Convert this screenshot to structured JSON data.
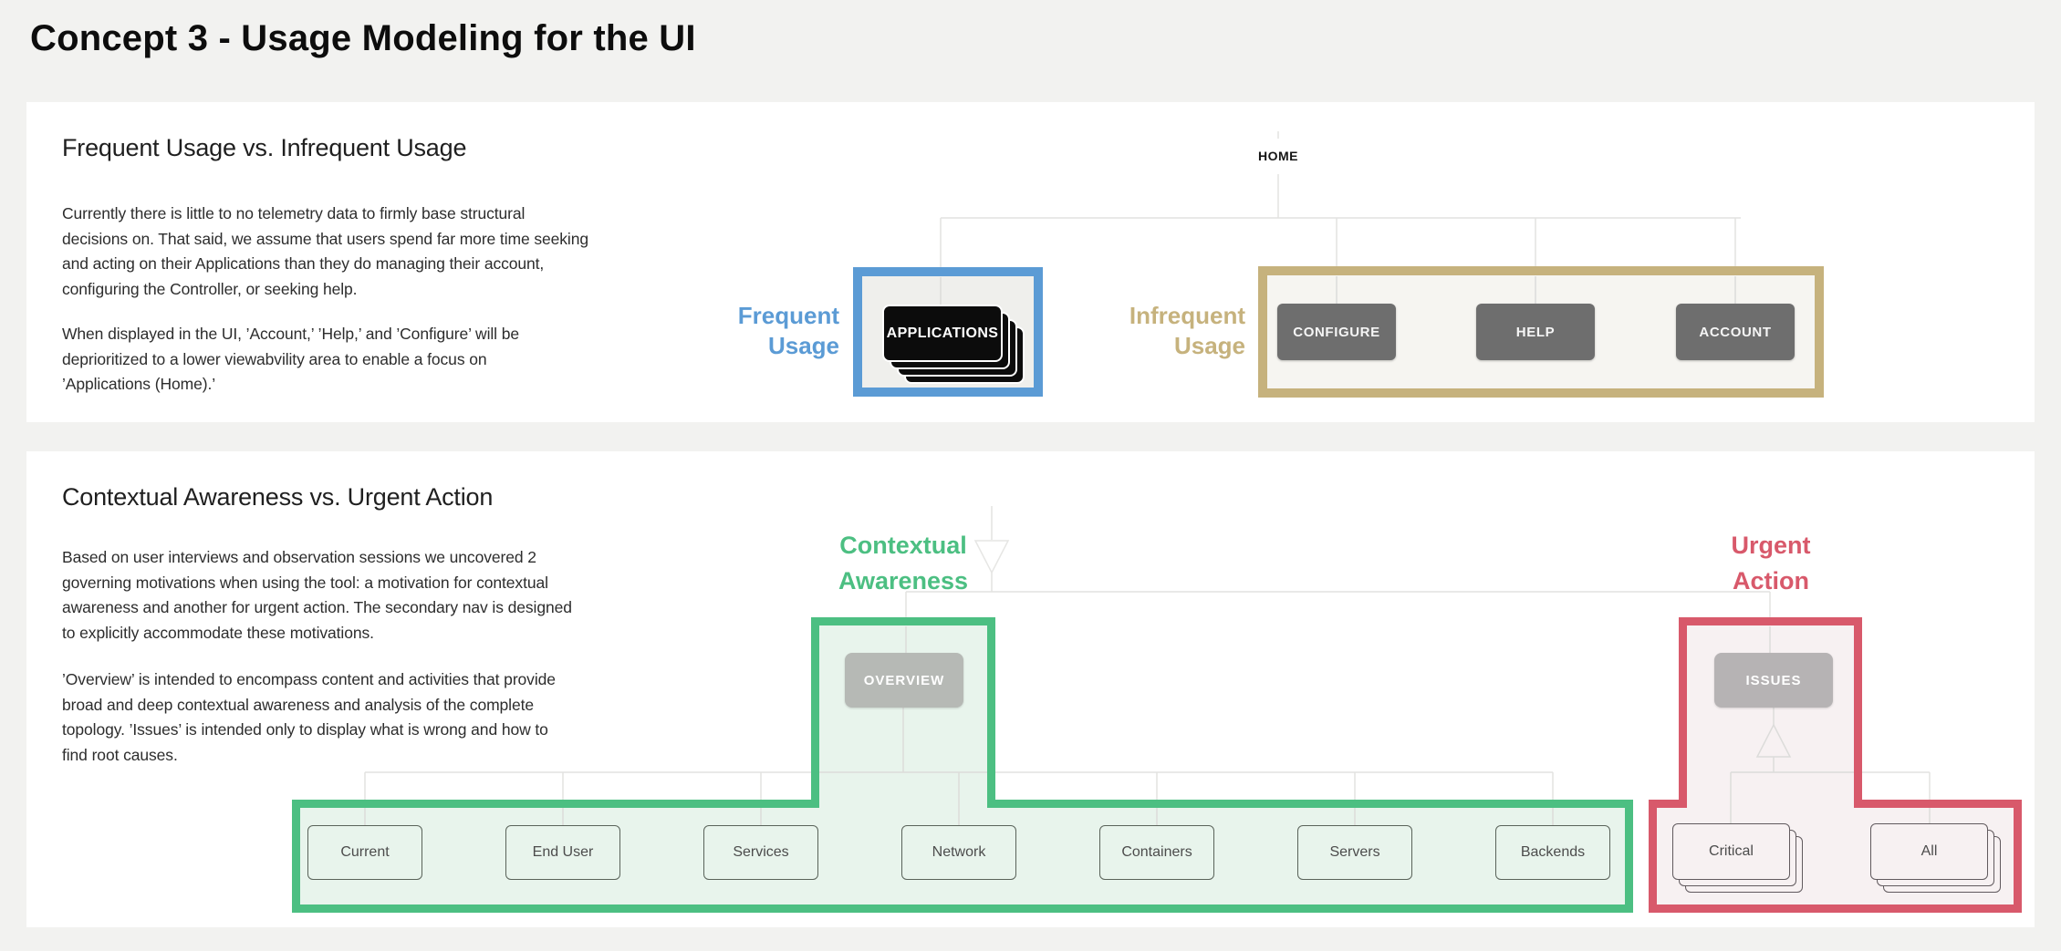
{
  "page": {
    "title": "Concept 3 - Usage Modeling for the UI"
  },
  "section1": {
    "heading": "Frequent Usage vs. Infrequent Usage",
    "paragraph1": "Currently there is little to no telemetry data to firmly base structural\ndecisions on. That said, we assume that users spend far more time seeking\nand acting on their Applications than they do managing their account,\nconfiguring the Controller, or seeking help.",
    "paragraph2": "When displayed in the UI, ’Account,’ ’Help,’ and ’Configure’ will be\ndeprioritized to a lower viewabvility area to enable a focus on\n’Applications (Home).’",
    "tree_root": "HOME",
    "frequent_label": "Frequent\nUsage",
    "infrequent_label": "Infrequent\nUsage",
    "frequent_node": "APPLICATIONS",
    "infrequent_nodes": [
      "CONFIGURE",
      "HELP",
      "ACCOUNT"
    ]
  },
  "section2": {
    "heading": "Contextual Awareness vs. Urgent Action",
    "paragraph1": "Based on user interviews and observation sessions we uncovered 2\ngoverning motivations when using the tool: a motivation for contextual\nawareness and another for urgent action. The secondary nav is designed\nto explicitly accommodate these motivations.",
    "paragraph2": "’Overview’ is intended to encompass content and activities that provide\nbroad and deep contextual awareness and analysis of the complete\ntopology. ’Issues’ is intended only to display what is wrong and how to\nfind root causes.",
    "contextual_label": "Contextual\nAwareness",
    "urgent_label": "Urgent\nAction",
    "contextual_node": "OVERVIEW",
    "urgent_node": "ISSUES",
    "overview_children": [
      "Current",
      "End User",
      "Services",
      "Network",
      "Containers",
      "Servers",
      "Backends"
    ],
    "issues_children": [
      "Critical",
      "All"
    ]
  },
  "colors": {
    "frequent_blue": "#5b9bd5",
    "infrequent_tan": "#c6b27d",
    "contextual_green": "#4cbf82",
    "urgent_red": "#d8596b",
    "dark_button_gray": "#6e6e6e",
    "muted_node_gray": "#b6b9b5",
    "applications_black": "#0c0c0c",
    "light_green_fill": "#e8f4ec",
    "light_pink_fill": "#f7f1f2",
    "connector_gray": "#e2e2e0"
  }
}
